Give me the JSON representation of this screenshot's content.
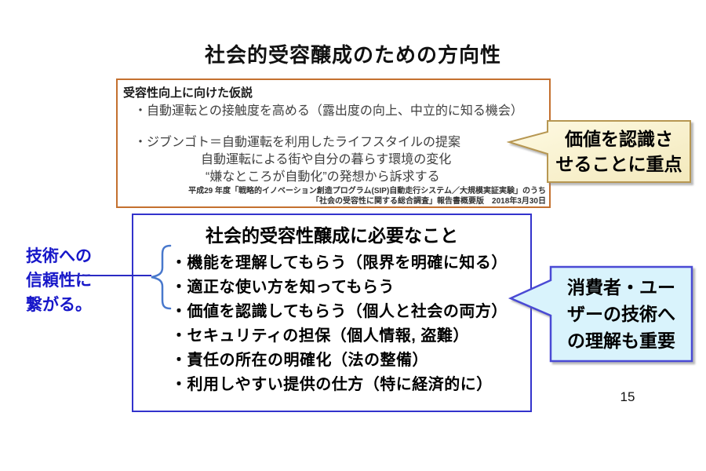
{
  "slide": {
    "title": "社会的受容醸成のための方向性",
    "page_number": "15"
  },
  "hypothesis_box": {
    "heading": "受容性向上に向けた仮説",
    "bullet1": "・自動運転との接触度を高める（露出度の向上、中立的に知る機会）",
    "bullet2_line1": "・ジブンゴト＝自動運転を利用したライフスタイルの提案",
    "bullet2_line2": "自動運転による街や自分の暮らす環境の変化",
    "bullet2_line3": "“嫌なところが自動化”の発想から訴求する",
    "source_line1": "平成29 年度「戦略的イノベーション創造プログラム(SIP)自動走行システム／大規模実証実験」のうち",
    "source_line2": "「社会の受容性に関する総合調査」報告書概要版　2018年3月30日"
  },
  "value_callout": {
    "line1": "価値を認識さ",
    "line2": "せることに重点",
    "fill_top": "#FEFAE3",
    "fill_bottom": "#F3E9BC",
    "border": "#B79752"
  },
  "necessary_box": {
    "heading": "社会的受容性醸成に必要なこと",
    "bullets": [
      "・機能を理解してもらう（限界を明確に知る）",
      "・適正な使い方を知ってもらう",
      "・価値を認識してもらう（個人と社会の両方）",
      "・セキュリティの担保（個人情報, 盗難）",
      "・責任の所在の明確化（法の整備）",
      "・利用しやすい提供の仕方（特に経済的に）"
    ]
  },
  "trust_note": {
    "line1": "技術への",
    "line2": "信頼性に",
    "line3": "繋がる。",
    "color": "#1717C9"
  },
  "consumer_callout": {
    "line1": "消費者・ユー",
    "line2": "ザーの技術へ",
    "line3": "の理解も重要",
    "fill": "#D9F3FC",
    "border": "#4A4AD4"
  },
  "colors": {
    "hypothesis_box_border": "#C4702F",
    "necessary_box_border": "#3333CC",
    "brace": "#4878CC",
    "connector_line": "#2A2AC4"
  }
}
